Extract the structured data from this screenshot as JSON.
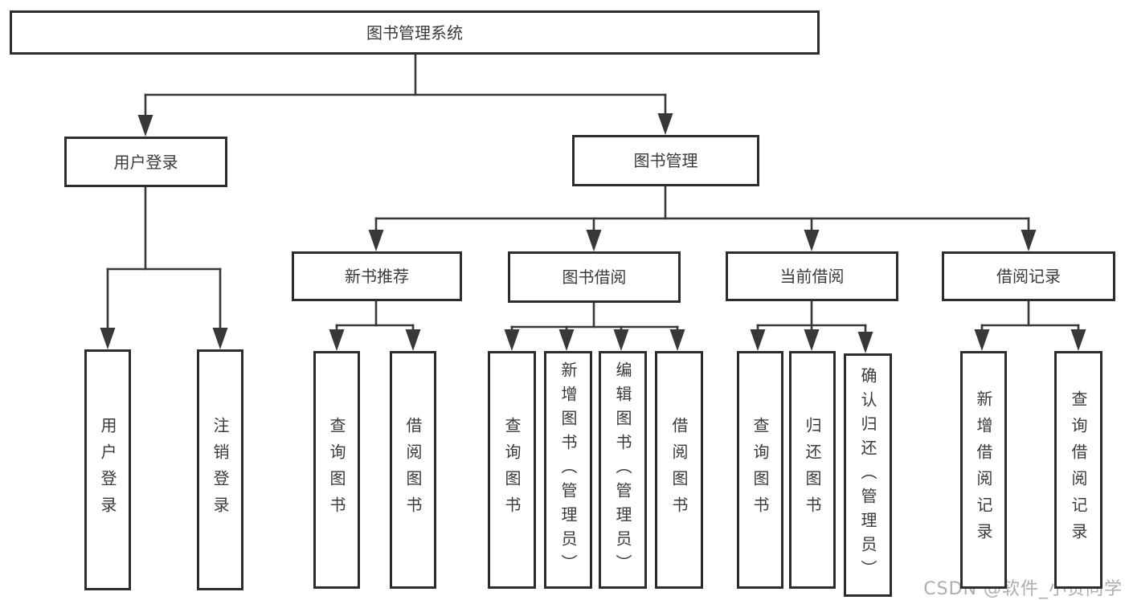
{
  "diagram": {
    "title": "图书管理系统",
    "watermark": "CSDN @软件_小贺同学",
    "colors": {
      "line": "#383838",
      "box_border": "#2d2d2d",
      "text": "#3a3a3a",
      "watermark": "#aeaeae",
      "background": "#ffffff"
    },
    "nodes": [
      {
        "id": "root",
        "label": "图书管理系统",
        "parent": null
      },
      {
        "id": "user-login",
        "label": "用户登录",
        "parent": "root"
      },
      {
        "id": "book-mgmt",
        "label": "图书管理",
        "parent": "root"
      },
      {
        "id": "new-book-rec",
        "label": "新书推荐",
        "parent": "book-mgmt"
      },
      {
        "id": "book-borrow",
        "label": "图书借阅",
        "parent": "book-mgmt"
      },
      {
        "id": "current-borrow",
        "label": "当前借阅",
        "parent": "book-mgmt"
      },
      {
        "id": "borrow-record",
        "label": "借阅记录",
        "parent": "book-mgmt"
      },
      {
        "id": "leaf-user-login",
        "label": "用户登录",
        "parent": "user-login"
      },
      {
        "id": "leaf-logout",
        "label": "注销登录",
        "parent": "user-login"
      },
      {
        "id": "leaf-query-book-1",
        "label": "查询图书",
        "parent": "new-book-rec"
      },
      {
        "id": "leaf-borrow-book-1",
        "label": "借阅图书",
        "parent": "new-book-rec"
      },
      {
        "id": "leaf-query-book-2",
        "label": "查询图书",
        "parent": "book-borrow"
      },
      {
        "id": "leaf-add-book",
        "label": "新增图书（管理员）",
        "parent": "book-borrow"
      },
      {
        "id": "leaf-edit-book",
        "label": "编辑图书（管理员）",
        "parent": "book-borrow"
      },
      {
        "id": "leaf-borrow-book-2",
        "label": "借阅图书",
        "parent": "book-borrow"
      },
      {
        "id": "leaf-query-book-3",
        "label": "查询图书",
        "parent": "current-borrow"
      },
      {
        "id": "leaf-return-book",
        "label": "归还图书",
        "parent": "current-borrow"
      },
      {
        "id": "leaf-confirm-return",
        "label": "确认归还（管理员）",
        "parent": "current-borrow"
      },
      {
        "id": "leaf-add-record",
        "label": "新增借阅记录",
        "parent": "borrow-record"
      },
      {
        "id": "leaf-query-record",
        "label": "查询借阅记录",
        "parent": "borrow-record"
      }
    ]
  }
}
